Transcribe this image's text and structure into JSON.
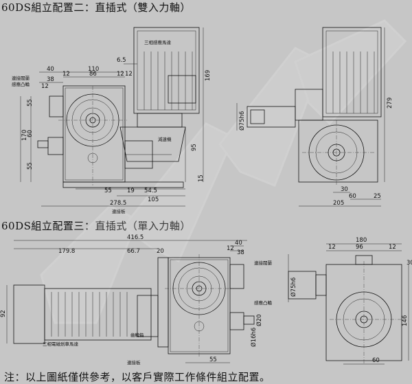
{
  "titles": {
    "config2": "60DS組立配置二：直插式（雙入力軸）",
    "config3": "60DS組立配置三：直插式（單入力軸）"
  },
  "note": "注：以上圖紙僅供參考，以客戶實際工作條件組立配置。",
  "labels": {
    "motor_top": "三相感應馬達",
    "reducer": "減速機",
    "coupling": "連接閥蘭",
    "cam": "感應凸輪",
    "connector_plate": "連接板",
    "motor_bottom": "三相電磁剎車馬達",
    "gear": "齒輪箱",
    "connector_plate2": "連接板",
    "coupling2": "連接閥蘭",
    "cam2": "感應凸輪"
  },
  "dims_top_left": {
    "d6_5": "6.5",
    "d40": "40",
    "d110": "110",
    "d12a": "12",
    "d12b": "12",
    "d86": "86",
    "d12c": "12",
    "d12d": "12",
    "d38": "38",
    "d55a": "55",
    "d60": "60",
    "d55b": "55",
    "d170": "170",
    "d169": "169",
    "d95": "95",
    "d15": "15",
    "d55c": "55",
    "d19": "19",
    "d54_5": "54.5",
    "d105": "105",
    "d278_5": "278.5"
  },
  "dims_top_right": {
    "phi75": "Ø75h6",
    "d279": "279",
    "d30": "30",
    "d60": "60",
    "d25": "25",
    "d205": "205"
  },
  "dims_bottom_left": {
    "d416_5": "416.5",
    "d179_8": "179.8",
    "d66_7": "66.7",
    "d20": "20",
    "d40": "40",
    "d12": "12",
    "d38": "38",
    "d92": "92",
    "phi20": "Ø20",
    "phi16": "Ø16h6",
    "d55": "55"
  },
  "dims_bottom_right": {
    "d180": "180",
    "d12a": "12",
    "d96": "96",
    "d12b": "12",
    "d30": "30",
    "phi75": "Ø75h6",
    "d146": "146",
    "d60": "60"
  }
}
